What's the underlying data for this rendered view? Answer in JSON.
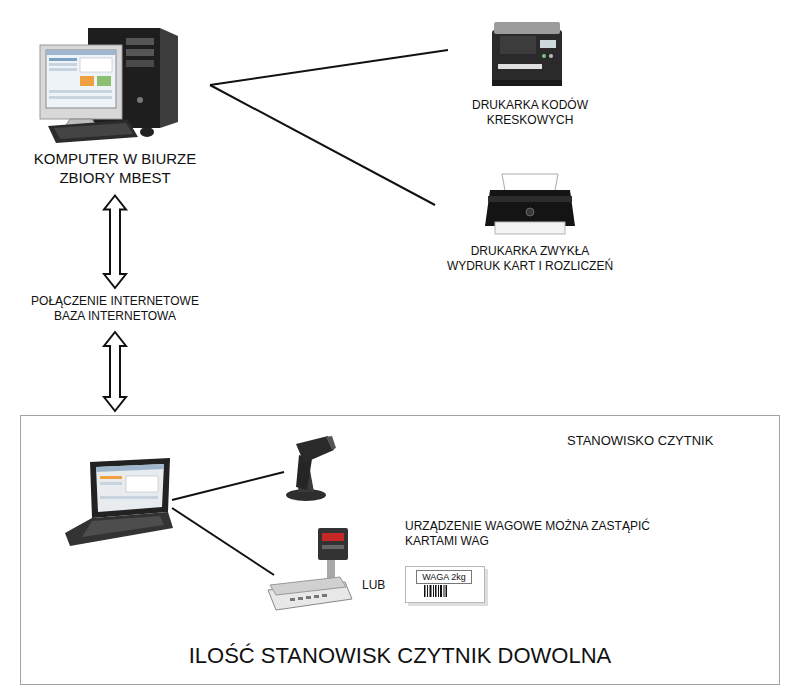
{
  "diagram": {
    "nodes": [
      {
        "text": [
          "KOMPUTER W BIURZE ZBIORY MBEST"
        ]
      },
      {
        "text": [
          "DRUKARKA KODÓW KRESKOWYCH"
        ]
      },
      {
        "text": [
          "DRUKARKA ZWYKŁA",
          "WYDRUK KART I ROZLICZEŃ"
        ]
      },
      {
        "text": [
          "POŁĄCZENIE INTERNETOWE BAZA INTERNETOWA"
        ]
      },
      {
        "text": [
          "STANOWISKO CZYTNIK",
          "ILOŚĆ STANOWISK CZYTNIK DOWOLNA"
        ]
      },
      {
        "text": [
          "WAGA 2kg"
        ],
        "in": 4
      }
    ],
    "edges": [
      {
        "from": 0,
        "to": 1,
        "arrow": "none"
      },
      {
        "from": 0,
        "to": 2,
        "arrow": "none"
      },
      {
        "from": 0,
        "to": 3,
        "arrow": "both"
      },
      {
        "from": 3,
        "to": 4,
        "arrow": "both"
      }
    ],
    "labels": [
      "URZĄDZENIE WAGOWE MOŻNA ZASTĄPIĆ KARTAMI WAG",
      "LUB"
    ]
  }
}
